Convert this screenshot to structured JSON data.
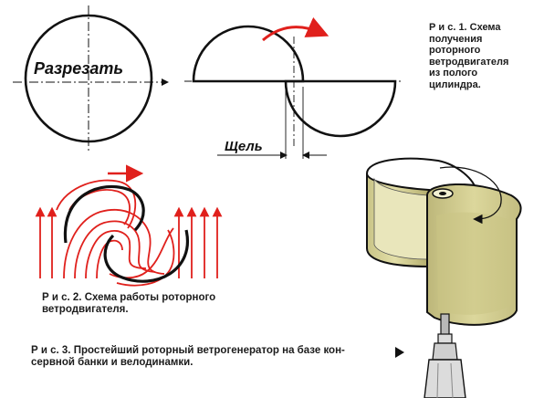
{
  "fig1": {
    "cut_label": "Разрезать",
    "slot_label": "Щель",
    "caption": "Р и с. 1. Схема\nполучения\nроторного\nветродвигателя\nиз полого\nцилиндра."
  },
  "fig2": {
    "caption": "Р и с. 2. Схема работы роторного\nветродвигателя."
  },
  "fig3": {
    "caption": "Р и с. 3. Простейший роторный ветрогенератор на базе кон-\nсервной банки и велодинамки."
  },
  "colors": {
    "ink": "#111111",
    "red": "#e0201c",
    "can_body": "#d8d49a",
    "can_shadow": "#b7b276",
    "can_inner": "#e9e6bb"
  }
}
